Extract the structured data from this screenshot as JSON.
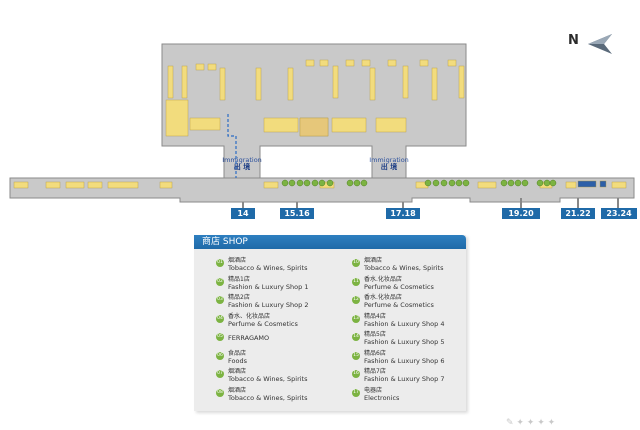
{
  "compass": {
    "label": "N"
  },
  "immigration": [
    {
      "en": "Immigration",
      "zh": "出 境"
    },
    {
      "en": "Immigration",
      "zh": "出 境"
    }
  ],
  "gates": [
    "14",
    "15.16",
    "17.18",
    "19.20",
    "21.22",
    "23.24"
  ],
  "legend": {
    "title": "商店 SHOP",
    "items": [
      {
        "num": "01",
        "zh": "烟酒店",
        "en": "Tobacco & Wines, Spirits"
      },
      {
        "num": "02",
        "zh": "精品1店",
        "en": "Fashion & Luxury Shop 1"
      },
      {
        "num": "03",
        "zh": "精品2店",
        "en": "Fashion & Luxury Shop 2"
      },
      {
        "num": "04",
        "zh": "香水、化妆品店",
        "en": "Perfume & Cosmetics"
      },
      {
        "num": "05",
        "zh": "",
        "en": "FERRAGAMO"
      },
      {
        "num": "06",
        "zh": "食品店",
        "en": "Foods"
      },
      {
        "num": "07",
        "zh": "烟酒店",
        "en": "Tobacco & Wines, Spirits"
      },
      {
        "num": "08",
        "zh": "烟酒店",
        "en": "Tobacco & Wines, Spirits"
      },
      {
        "num": "10",
        "zh": "烟酒店",
        "en": "Tobacco & Wines, Spirits"
      },
      {
        "num": "11",
        "zh": "香水.化妆品店",
        "en": "Perfume & Cosmetics"
      },
      {
        "num": "12",
        "zh": "香水.化妆品店",
        "en": "Perfume & Cosmetics"
      },
      {
        "num": "13",
        "zh": "精品4店",
        "en": "Fashion & Luxury Shop 4"
      },
      {
        "num": "14",
        "zh": "精品5店",
        "en": "Fashion & Luxury Shop 5"
      },
      {
        "num": "15",
        "zh": "精品6店",
        "en": "Fashion & Luxury Shop 6"
      },
      {
        "num": "16",
        "zh": "精品7店",
        "en": "Fashion & Luxury Shop 7"
      },
      {
        "num": "17",
        "zh": "电器店",
        "en": "Electronics"
      }
    ]
  },
  "colors": {
    "building": "#c9c9c9",
    "gate": "#1f6aa8",
    "shop": "#f2dc7d",
    "marker": "#7cb342"
  }
}
